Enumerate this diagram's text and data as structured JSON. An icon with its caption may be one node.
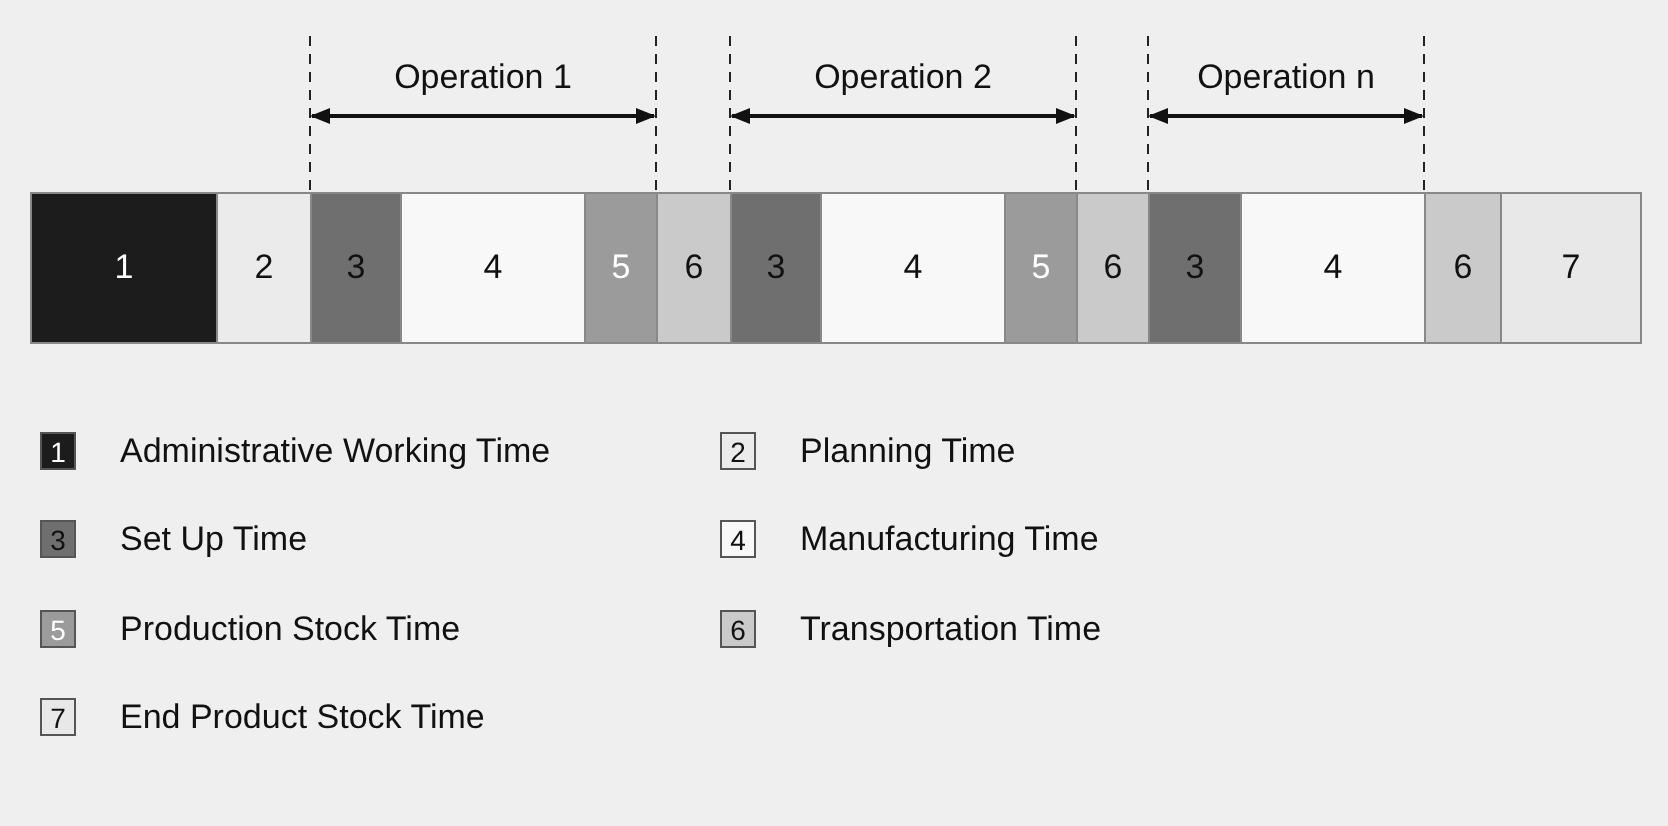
{
  "diagram": {
    "nodes": [
      {
        "text": [
          "1"
        ]
      },
      {
        "text": [
          "2"
        ]
      },
      {
        "text": [
          "3"
        ]
      },
      {
        "text": [
          "4"
        ]
      },
      {
        "text": [
          "5"
        ]
      },
      {
        "text": [
          "6"
        ]
      },
      {
        "text": [
          "3"
        ]
      },
      {
        "text": [
          "4"
        ]
      },
      {
        "text": [
          "5"
        ]
      },
      {
        "text": [
          "6"
        ]
      },
      {
        "text": [
          "3"
        ]
      },
      {
        "text": [
          "4"
        ]
      },
      {
        "text": [
          "6"
        ]
      },
      {
        "text": [
          "7"
        ]
      }
    ],
    "edges": [],
    "labels": [
      "Operation 1",
      "Operation 2",
      "Operation n",
      "1",
      "2",
      "3",
      "4",
      "5",
      "6",
      "7"
    ],
    "legend": [
      {
        "text": "Administrative Working Time",
        "color": "#1c1c1c"
      },
      {
        "text": "Planning Time",
        "color": "#ebebeb"
      },
      {
        "text": "Set Up Time",
        "color": "#6f6f6f"
      },
      {
        "text": "Manufacturing Time",
        "color": "#f8f8f8"
      },
      {
        "text": "Production Stock Time",
        "color": "#9b9b9b"
      },
      {
        "text": "Transportation Time",
        "color": "#cacaca"
      },
      {
        "text": "End Product Stock Time",
        "color": "#e8e8e8"
      }
    ]
  }
}
